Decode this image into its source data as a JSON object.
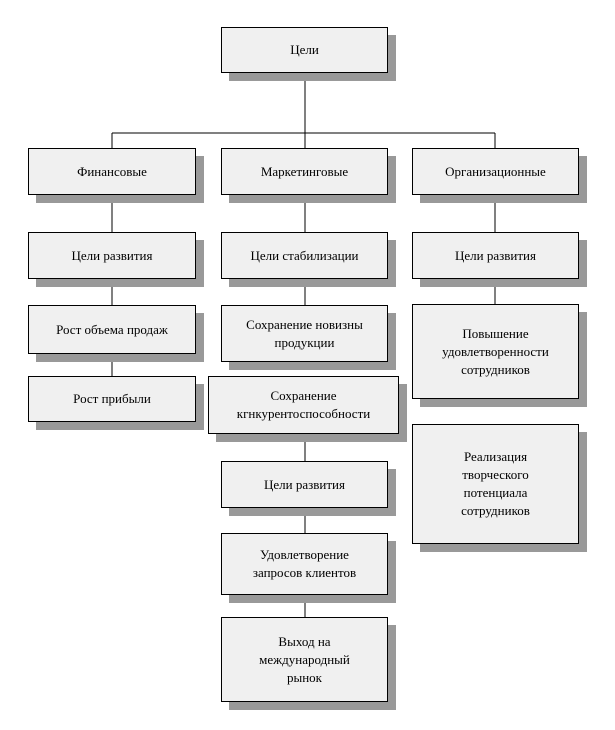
{
  "diagram": {
    "root": "Цели",
    "branches": [
      {
        "category": "Финансовые",
        "goals": [
          "Цели развития",
          "Рост объема продаж",
          "Рост прибыли"
        ]
      },
      {
        "category": "Маркетинговые",
        "goals": [
          "Цели стабилизации",
          "Сохранение новизны\nпродукции",
          "Сохранение\nкгнкурентоспособности",
          "Цели развития",
          "Удовлетворение\nзапросов клиентов",
          "Выход на\nмеждународный\nрынок"
        ]
      },
      {
        "category": "Организационные",
        "goals": [
          "Цели развития",
          "Повышение\nудовлетворенности\nсотрудников",
          "Реализация\nтворческого\nпотенциала\nсотрудников"
        ]
      }
    ]
  }
}
